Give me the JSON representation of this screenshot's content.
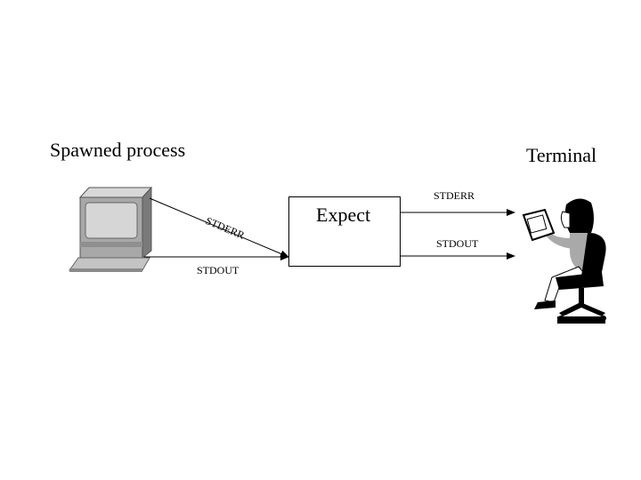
{
  "nodes": {
    "spawned_process": "Spawned process",
    "terminal": "Terminal",
    "expect": "Expect"
  },
  "edges": {
    "proc_stderr": "STDERR",
    "proc_stdout": "STDOUT",
    "term_stderr": "STDERR",
    "term_stdout": "STDOUT"
  },
  "icons": {
    "computer": "computer-icon",
    "person": "person-at-terminal-icon"
  }
}
